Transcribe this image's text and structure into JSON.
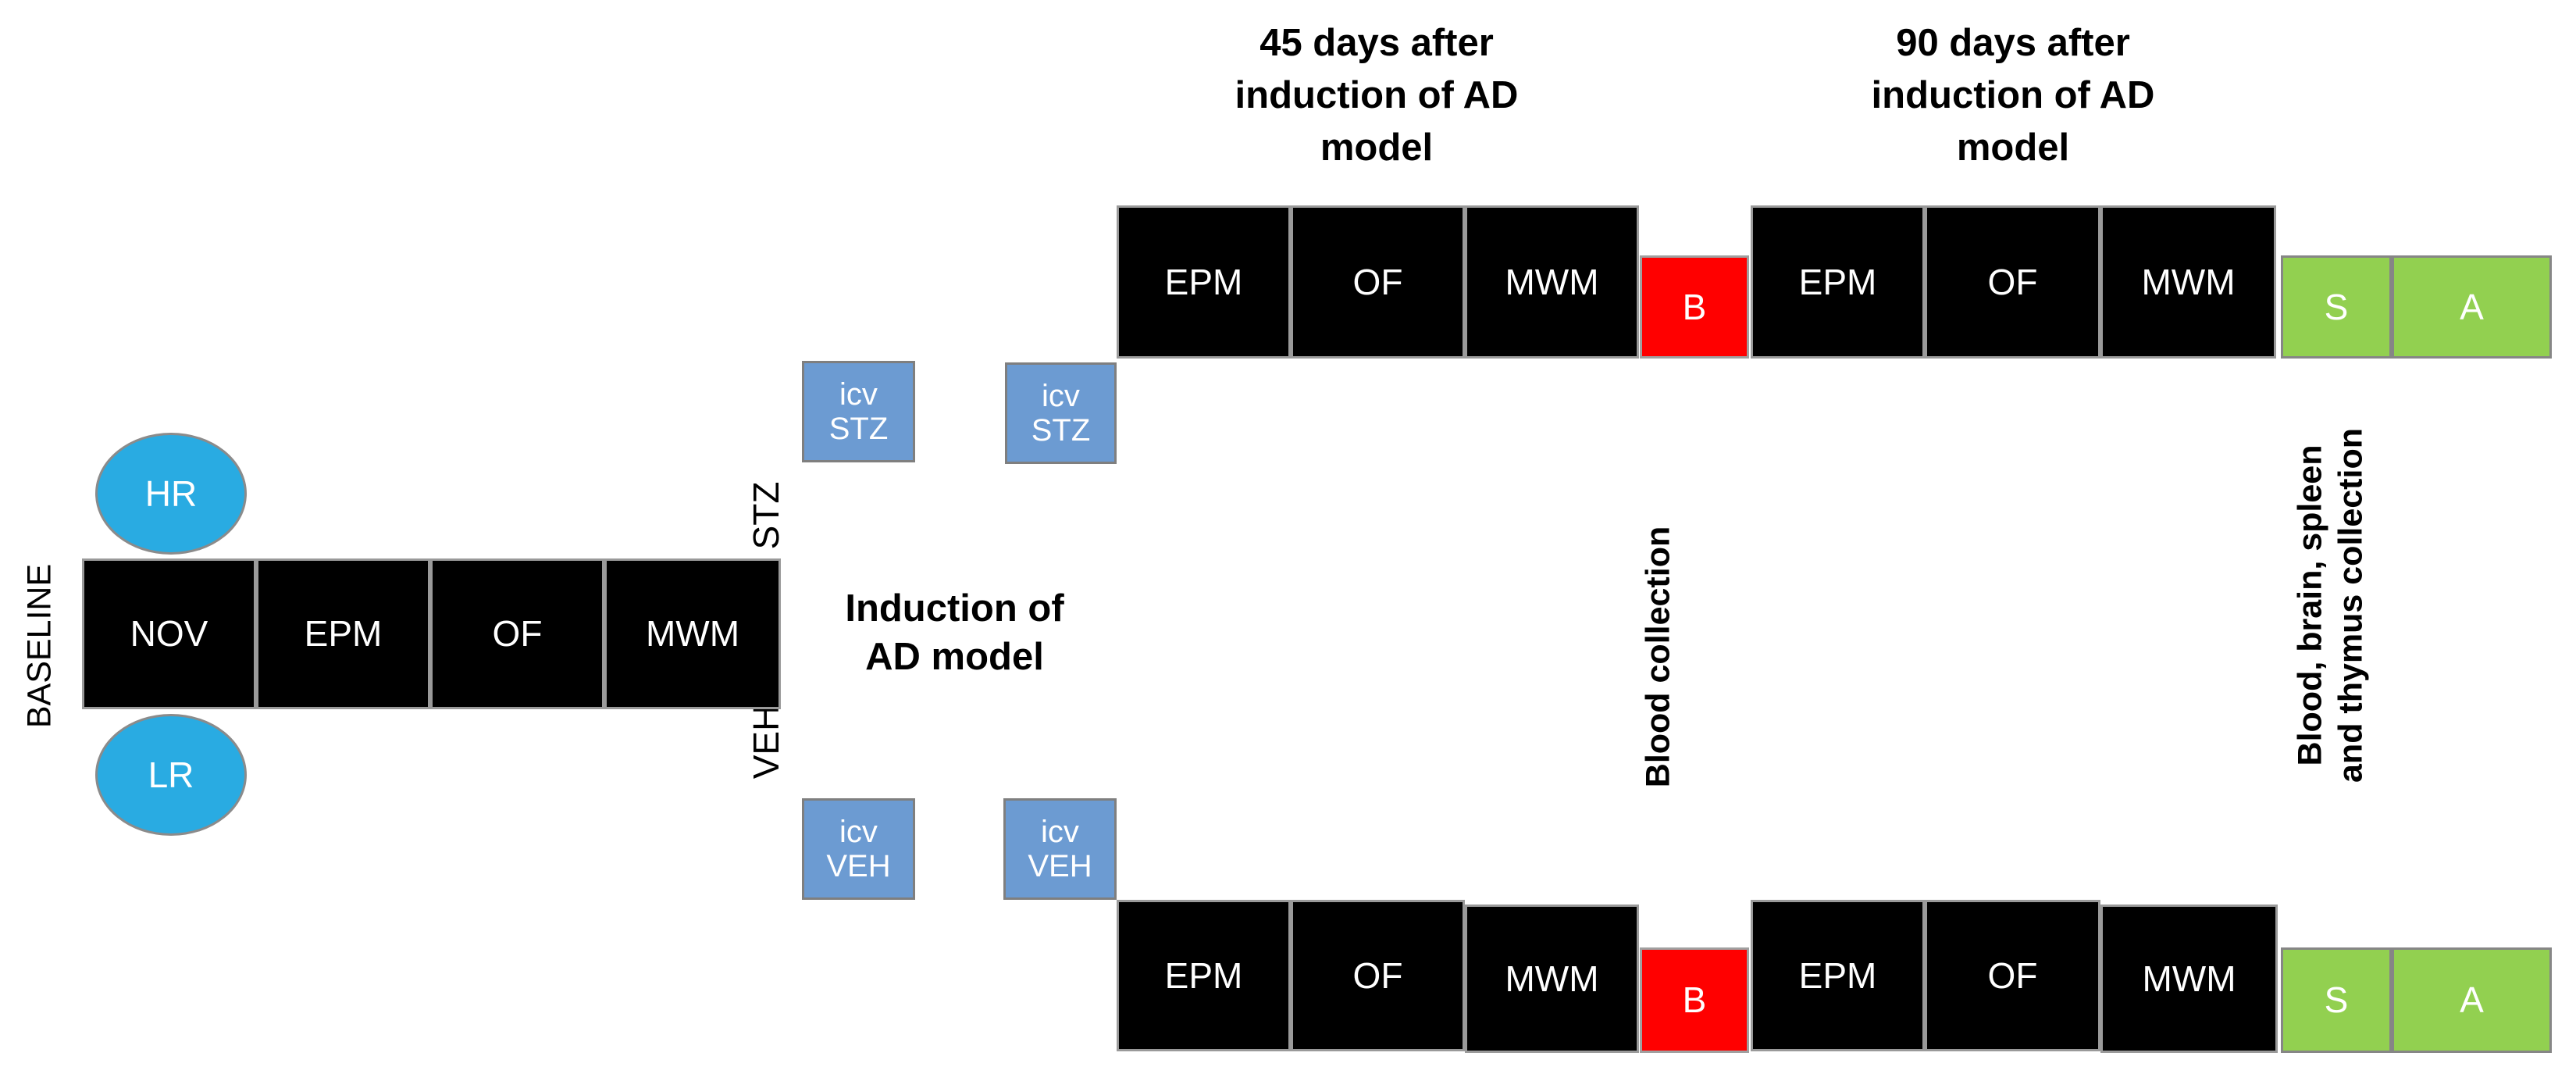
{
  "figure": {
    "description": "Experimental timeline diagram of AD model study"
  },
  "colors": {
    "group_ellipse_blue": "#29abe2",
    "injection_blue": "#6c9bd2",
    "test_black": "#000000",
    "blood_red": "#ff0000",
    "endpoint_green": "#92d050",
    "border_gray": "#8b8b8b",
    "text_white": "#ffffff",
    "text_black": "#000000"
  },
  "headers": {
    "day45": [
      "45 days after",
      "induction of AD",
      "model"
    ],
    "day90": [
      "90 days after",
      "induction of AD",
      "model"
    ],
    "induction": [
      "Induction of",
      "AD model"
    ]
  },
  "side_labels": {
    "baseline": "BASELINE",
    "stz": "STZ",
    "veh": "VEH",
    "blood_collection": "Blood collection",
    "final_collection": [
      "Blood, brain, spleen",
      "and thymus collection"
    ]
  },
  "groups": {
    "hr": "HR",
    "lr": "LR"
  },
  "baseline_tests": [
    "NOV",
    "EPM",
    "OF",
    "MWM"
  ],
  "injections": {
    "icv_stz": [
      "icv",
      "STZ"
    ],
    "icv_veh": [
      "icv",
      "VEH"
    ]
  },
  "stz_row": {
    "tests_45": [
      "EPM",
      "OF",
      "MWM"
    ],
    "blood": "B",
    "tests_90": [
      "EPM",
      "OF",
      "MWM"
    ],
    "spleen": "S",
    "assay": "A"
  },
  "veh_row": {
    "tests_45": [
      "EPM",
      "OF",
      "MWM"
    ],
    "blood": "B",
    "tests_90": [
      "EPM",
      "OF",
      "MWM"
    ],
    "spleen": "S",
    "assay": "A"
  }
}
